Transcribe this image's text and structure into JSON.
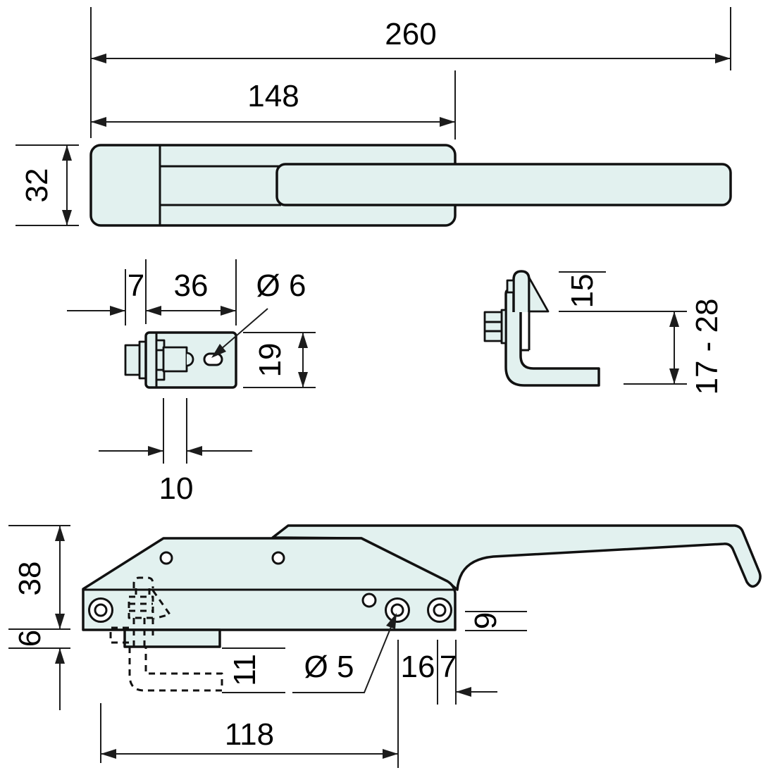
{
  "drawing": {
    "kind": "technical-drawing",
    "background": "#ffffff",
    "part_fill": "#e2f1ef",
    "line_color": "#111111",
    "views": {
      "top": {
        "title": "latch top view",
        "dims": {
          "total_length": "260",
          "grip_length": "148",
          "body_width": "32"
        }
      },
      "keeper": {
        "title": "keeper top view",
        "dims": {
          "boss_offset": "7",
          "body_width": "36",
          "slot_diameter": "Ø 6",
          "body_height": "19",
          "slot_width": "10"
        }
      },
      "bracket": {
        "title": "striker bracket side view",
        "dims": {
          "striker_height": "15",
          "adjustment_range": "17 - 28"
        }
      },
      "side": {
        "title": "latch side view",
        "dims": {
          "overall_height": "38",
          "keeper_plate_thickness": "6",
          "keeper_drop": "11",
          "rivet_diameter": "Ø 5",
          "rivet_spacing": "16",
          "edge_offset": "7",
          "flange_height": "9",
          "mounting_length": "118"
        }
      }
    }
  }
}
